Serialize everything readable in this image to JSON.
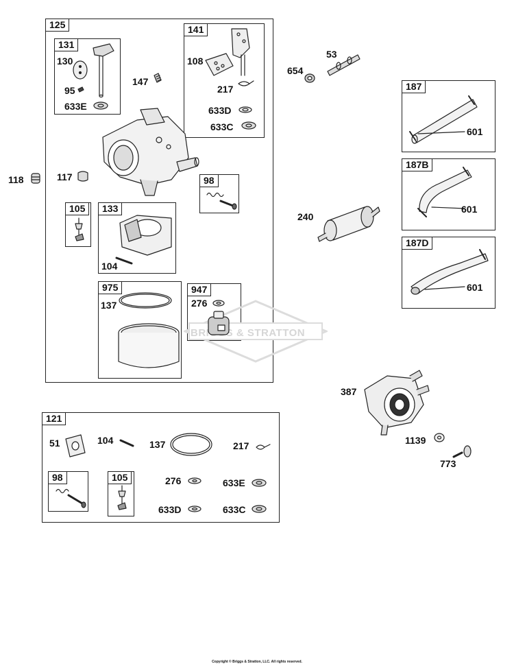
{
  "groups": {
    "g125": "125",
    "g131": "131",
    "g141": "141",
    "g98a": "98",
    "g105a": "105",
    "g133": "133",
    "g975": "975",
    "g947": "947",
    "g121": "121",
    "g98b": "98",
    "g105b": "105",
    "g187": "187",
    "g187b": "187B",
    "g187d": "187D"
  },
  "parts": {
    "p130": "130",
    "p95": "95",
    "p633e_a": "633E",
    "p147": "147",
    "p108": "108",
    "p217_a": "217",
    "p633d_a": "633D",
    "p633c_a": "633C",
    "p118": "118",
    "p117": "117",
    "p104_a": "104",
    "p137_a": "137",
    "p276_a": "276",
    "p53": "53",
    "p654": "654",
    "p601_a": "601",
    "p601_b": "601",
    "p601_c": "601",
    "p240": "240",
    "p387": "387",
    "p1139": "1139",
    "p773": "773",
    "p51": "51",
    "p104_b": "104",
    "p137_b": "137",
    "p217_b": "217",
    "p276_b": "276",
    "p633e_b": "633E",
    "p633d_b": "633D",
    "p633c_b": "633C"
  },
  "watermark": "BRIGGS & STRATTON",
  "copyright": "Copyright © Briggs & Stratton, LLC. All rights reserved."
}
